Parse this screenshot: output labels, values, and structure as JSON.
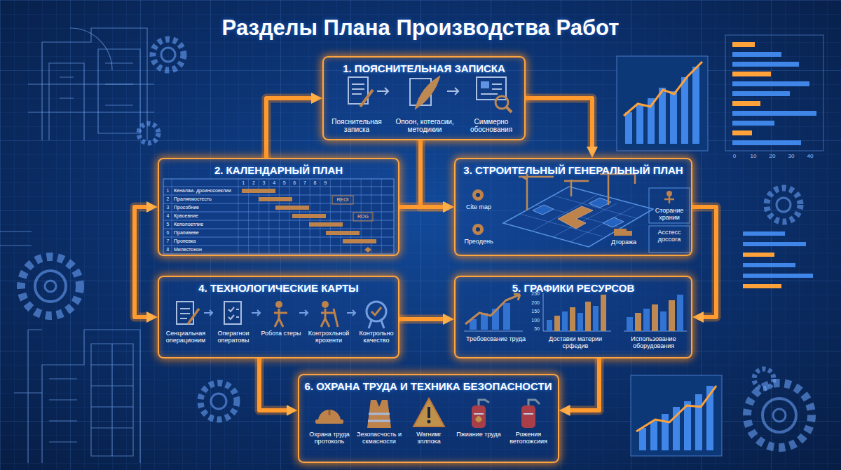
{
  "diagram": {
    "title": "Разделы Плана Производства Работ",
    "nodes": [
      {
        "text": [
          "1. ПОЯСНИТЕЛЬНАЯ ЗАПИСКА"
        ]
      },
      {
        "text": [
          "2. КАЛЕНДАРНЫЙ ПЛАН"
        ]
      },
      {
        "text": [
          "3. СТРОИТЕЛЬНЫЙ ГЕНЕРАЛЬНЫЙ ПЛАН"
        ]
      },
      {
        "text": [
          "4. ТЕХНОЛОГИЧЕСКИЕ КАРТЫ"
        ]
      },
      {
        "text": [
          "5. ГРАФИКИ РЕСУРСОВ"
        ]
      },
      {
        "text": [
          "6. ОХРАНА ТРУДА И ТЕХНИКА БЕЗОПАСНОСТИ"
        ]
      }
    ],
    "edges": [
      {
        "from": 1,
        "to": 0,
        "arrow": "to"
      },
      {
        "from": 0,
        "to": 2,
        "arrow": "to"
      },
      {
        "from": 0,
        "to": 2,
        "arrow": "to"
      },
      {
        "from": 1,
        "to": 2,
        "arrow": "to"
      },
      {
        "from": 2,
        "to": 4,
        "arrow": "to"
      },
      {
        "from": 1,
        "to": 3,
        "arrow": "both"
      },
      {
        "from": 3,
        "to": 4,
        "arrow": "to"
      },
      {
        "from": 3,
        "to": 5,
        "arrow": "to"
      },
      {
        "from": 4,
        "to": 5,
        "arrow": "to"
      }
    ],
    "labels": [
      "Пояснительная записка",
      "Опоон, котегасии, методикии",
      "Симмерно обоснования",
      "1",
      "2",
      "3",
      "4",
      "5",
      "6",
      "7",
      "8",
      "9",
      "1",
      "Кеналаи- дроиносоеклии",
      "2",
      "Праляюкостесть",
      "3",
      "Прособние",
      "4",
      "Крвоевние",
      "5",
      "Кеполоетлие",
      "6",
      "Прапивеве",
      "7",
      "Пропевка",
      "8",
      "Милестонон",
      "REOI",
      "ROG",
      "Cite map",
      "Преодень",
      "Сторание хрании",
      "Дтоража",
      "Асстесс доссога",
      "Сенциальная операционим",
      "Операгнои оператовы",
      "Робота стеры",
      "Контрохльной ярохенти",
      "Контрольно качество",
      "250",
      "200",
      "150",
      "100",
      "50",
      "Требовсвание труда",
      "Доставки материи срфедив",
      "Использование оборудования",
      "Охрана труда протоколь",
      "Зезопасчость и скмасности",
      "Warнимг зплпока",
      "Пжиание труда",
      "Рожения ветопожсиия",
      "0",
      "10",
      "20",
      "30",
      "40"
    ]
  }
}
